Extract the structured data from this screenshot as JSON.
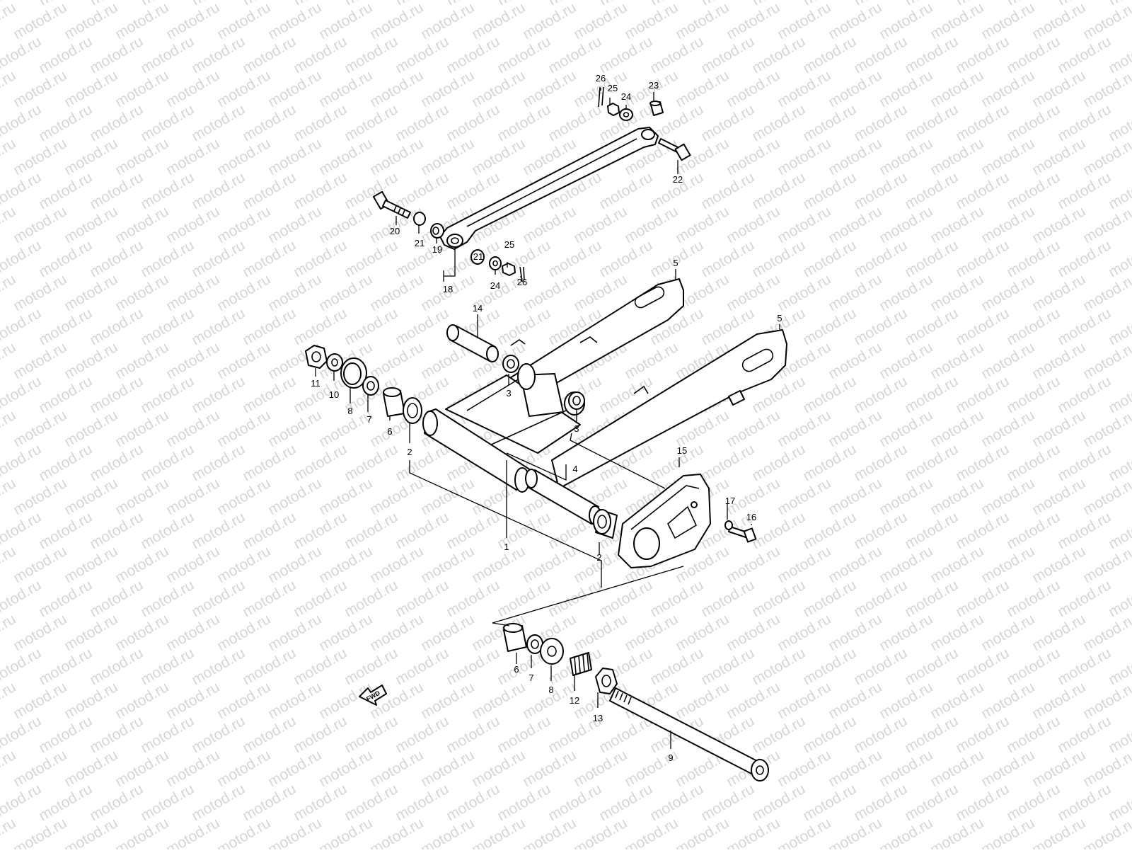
{
  "watermark": {
    "text": "motod.ru",
    "color": "#d6d6d6"
  },
  "fwd_label": "FWD",
  "callouts": {
    "c1": "1",
    "c2a": "2",
    "c2b": "2",
    "c3a": "3",
    "c3b": "3",
    "c4": "4",
    "c5a": "5",
    "c5b": "5",
    "c6a": "6",
    "c6b": "6",
    "c7a": "7",
    "c7b": "7",
    "c8a": "8",
    "c8b": "8",
    "c9": "9",
    "c10": "10",
    "c11": "11",
    "c12": "12",
    "c13": "13",
    "c14": "14",
    "c15": "15",
    "c16": "16",
    "c17": "17",
    "c18": "18",
    "c19": "19",
    "c20": "20",
    "c21a": "21",
    "c21b": "21",
    "c22": "22",
    "c23": "23",
    "c24a": "24",
    "c24b": "24",
    "c25a": "25",
    "c25b": "25",
    "c26a": "26",
    "c26b": "26"
  }
}
